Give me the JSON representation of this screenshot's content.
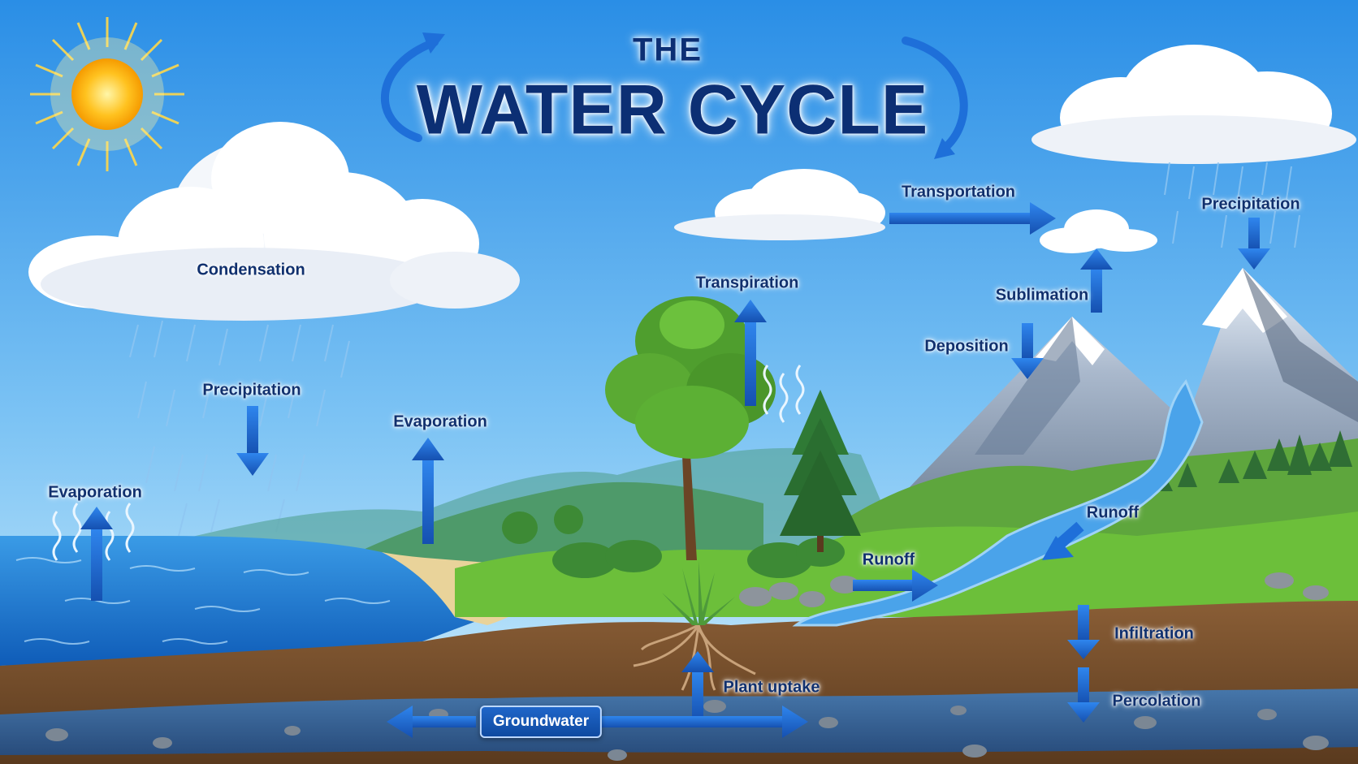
{
  "title": {
    "line1": "THE",
    "line2": "WATER CYCLE"
  },
  "labels": {
    "condensation": "Condensation",
    "precipitation_left": "Precipitation",
    "evaporation_ocean": "Evaporation",
    "evaporation_shore": "Evaporation",
    "transpiration": "Transpiration",
    "transportation": "Transportation",
    "precipitation_mountain": "Precipitation",
    "sublimation": "Sublimation",
    "deposition": "Deposition",
    "runoff_center": "Runoff",
    "runoff_right": "Runoff",
    "infiltration": "Infiltration",
    "percolation": "Percolation",
    "plant_uptake": "Plant uptake",
    "groundwater": "Groundwater"
  },
  "colors": {
    "sky_top": "#2a8ee6",
    "sky_bottom": "#c5e8fb",
    "ocean": "#1f7fd6",
    "arrow": "#1e6fd9",
    "label_text": "#10306e",
    "grass": "#5cb634",
    "soil": "#7a5230"
  }
}
